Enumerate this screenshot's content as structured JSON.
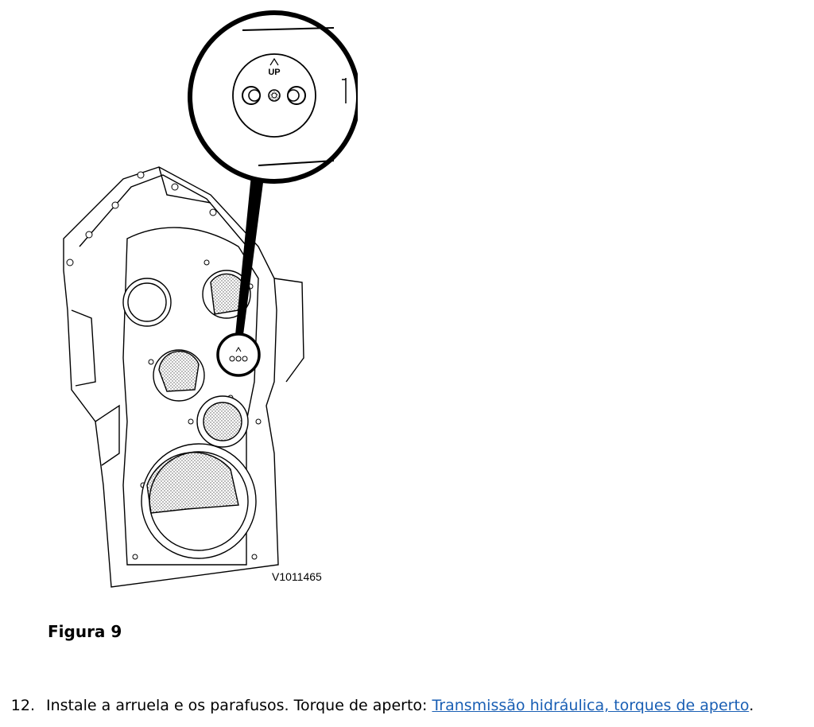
{
  "figure": {
    "code": "V1011465",
    "inset_label": "UP",
    "caption": "Figura 9"
  },
  "step": {
    "number": "12.",
    "text": "Instale a arruela e os parafusos. Torque de aperto: ",
    "link_text": "Transmissão hidráulica, torques de aperto",
    "end": "."
  }
}
